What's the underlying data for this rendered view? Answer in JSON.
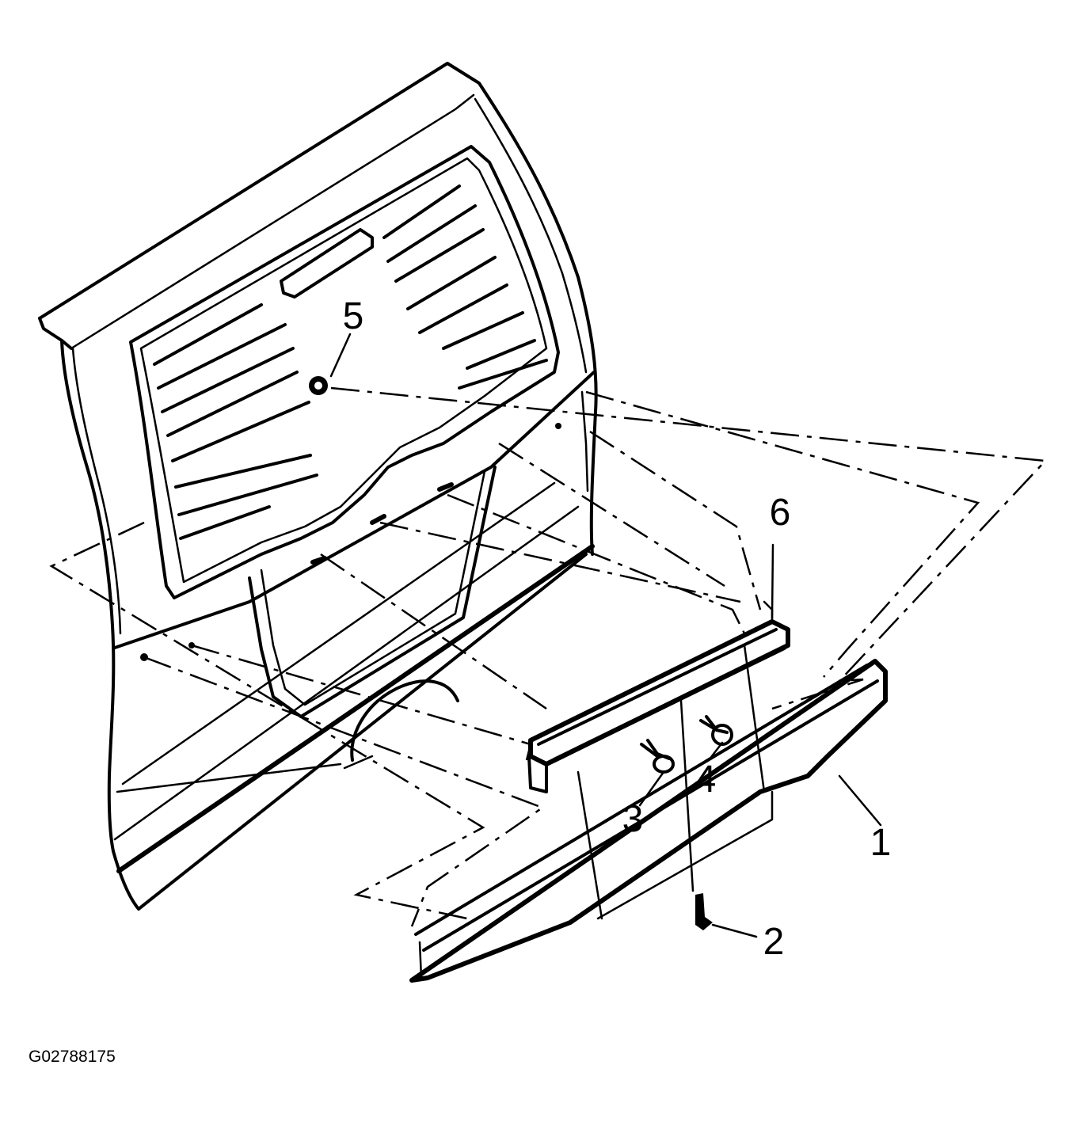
{
  "figure": {
    "id_label": "G02788175",
    "colors": {
      "line": "#000000",
      "background": "#ffffff"
    }
  },
  "callouts": [
    {
      "key": "1",
      "label": "1"
    },
    {
      "key": "2",
      "label": "2"
    },
    {
      "key": "3",
      "label": "3"
    },
    {
      "key": "4",
      "label": "4"
    },
    {
      "key": "5",
      "label": "5"
    },
    {
      "key": "6",
      "label": "6"
    }
  ]
}
